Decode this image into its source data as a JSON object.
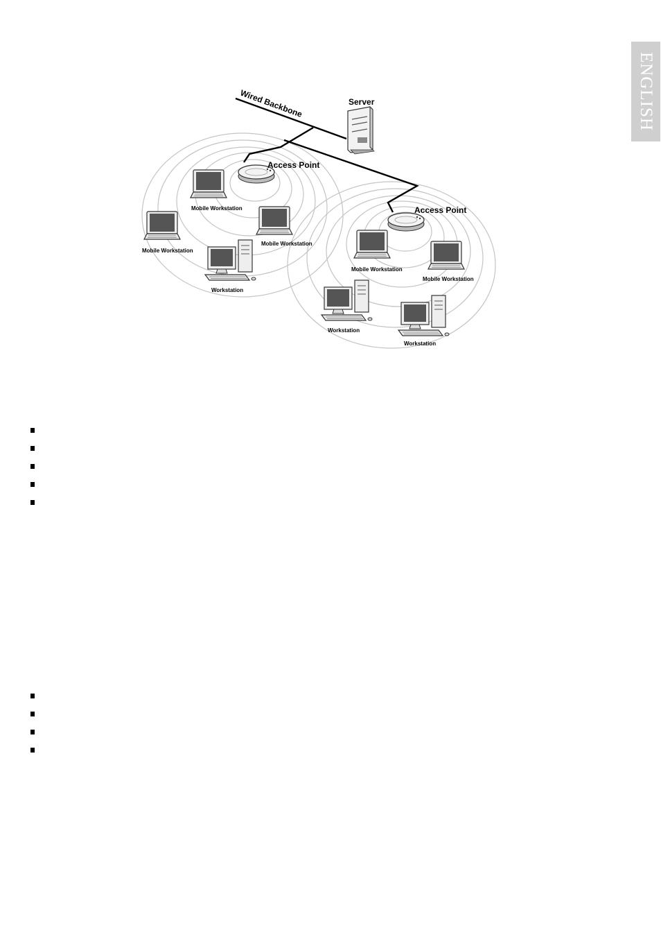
{
  "side_tab": {
    "label": "ENGLISH"
  },
  "diagram": {
    "backbone_label": "Wired Backbone",
    "server_label": "Server",
    "access_point_1_label": "Access Point",
    "access_point_2_label": "Access Point",
    "mobile_ws_1": "Mobile Workstation",
    "mobile_ws_2": "Mobile Workstation",
    "mobile_ws_3": "Mobile Workstation",
    "mobile_ws_4": "Mobile Workstation",
    "mobile_ws_5": "Mobile Workstation",
    "workstation_1": "Workstation",
    "workstation_2": "Workstation",
    "workstation_3": "Workstation"
  },
  "list_1": {
    "bullet_count": 5
  },
  "list_2": {
    "bullet_count": 4
  }
}
